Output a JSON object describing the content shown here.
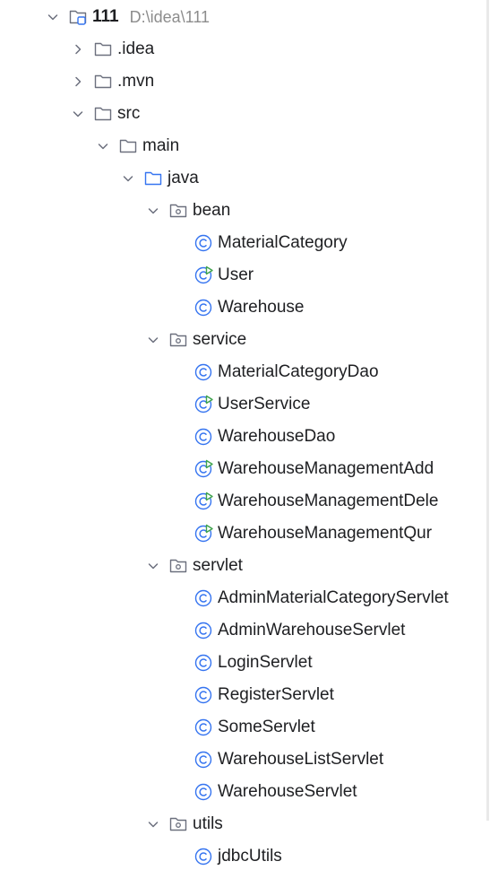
{
  "project_tree": {
    "nodes": [
      {
        "label": "111",
        "path": "D:\\idea\\111",
        "depth": 0,
        "expanded": true,
        "icon": "module-folder-icon",
        "bold": true
      },
      {
        "label": ".idea",
        "depth": 1,
        "expanded": false,
        "icon": "folder-icon"
      },
      {
        "label": ".mvn",
        "depth": 1,
        "expanded": false,
        "icon": "folder-icon"
      },
      {
        "label": "src",
        "depth": 1,
        "expanded": true,
        "icon": "folder-icon"
      },
      {
        "label": "main",
        "depth": 2,
        "expanded": true,
        "icon": "folder-icon"
      },
      {
        "label": "java",
        "depth": 3,
        "expanded": true,
        "icon": "source-folder-icon"
      },
      {
        "label": "bean",
        "depth": 4,
        "expanded": true,
        "icon": "package-icon"
      },
      {
        "label": "MaterialCategory",
        "depth": 5,
        "icon": "class-icon"
      },
      {
        "label": "User",
        "depth": 5,
        "icon": "runnable-class-icon"
      },
      {
        "label": "Warehouse",
        "depth": 5,
        "icon": "class-icon"
      },
      {
        "label": "service",
        "depth": 4,
        "expanded": true,
        "icon": "package-icon"
      },
      {
        "label": "MaterialCategoryDao",
        "depth": 5,
        "icon": "class-icon"
      },
      {
        "label": "UserService",
        "depth": 5,
        "icon": "runnable-class-icon"
      },
      {
        "label": "WarehouseDao",
        "depth": 5,
        "icon": "class-icon"
      },
      {
        "label": "WarehouseManagementAdd",
        "depth": 5,
        "icon": "runnable-class-icon"
      },
      {
        "label": "WarehouseManagementDele",
        "depth": 5,
        "icon": "runnable-class-icon"
      },
      {
        "label": "WarehouseManagementQur",
        "depth": 5,
        "icon": "runnable-class-icon"
      },
      {
        "label": "servlet",
        "depth": 4,
        "expanded": true,
        "icon": "package-icon"
      },
      {
        "label": "AdminMaterialCategoryServlet",
        "depth": 5,
        "icon": "class-icon"
      },
      {
        "label": "AdminWarehouseServlet",
        "depth": 5,
        "icon": "class-icon"
      },
      {
        "label": "LoginServlet",
        "depth": 5,
        "icon": "class-icon"
      },
      {
        "label": "RegisterServlet",
        "depth": 5,
        "icon": "class-icon"
      },
      {
        "label": "SomeServlet",
        "depth": 5,
        "icon": "class-icon"
      },
      {
        "label": "WarehouseListServlet",
        "depth": 5,
        "icon": "class-icon"
      },
      {
        "label": "WarehouseServlet",
        "depth": 5,
        "icon": "class-icon"
      },
      {
        "label": "utils",
        "depth": 4,
        "expanded": true,
        "icon": "package-icon"
      },
      {
        "label": "jdbcUtils",
        "depth": 5,
        "icon": "class-icon"
      }
    ]
  },
  "colors": {
    "text": "#1e1f22",
    "path_text": "#8c8c8c",
    "folder_stroke": "#6c707e",
    "source_folder_stroke": "#3574f0",
    "class_stroke": "#3574f0",
    "run_marker": "#3fa34d",
    "chevron": "#6c707e"
  }
}
